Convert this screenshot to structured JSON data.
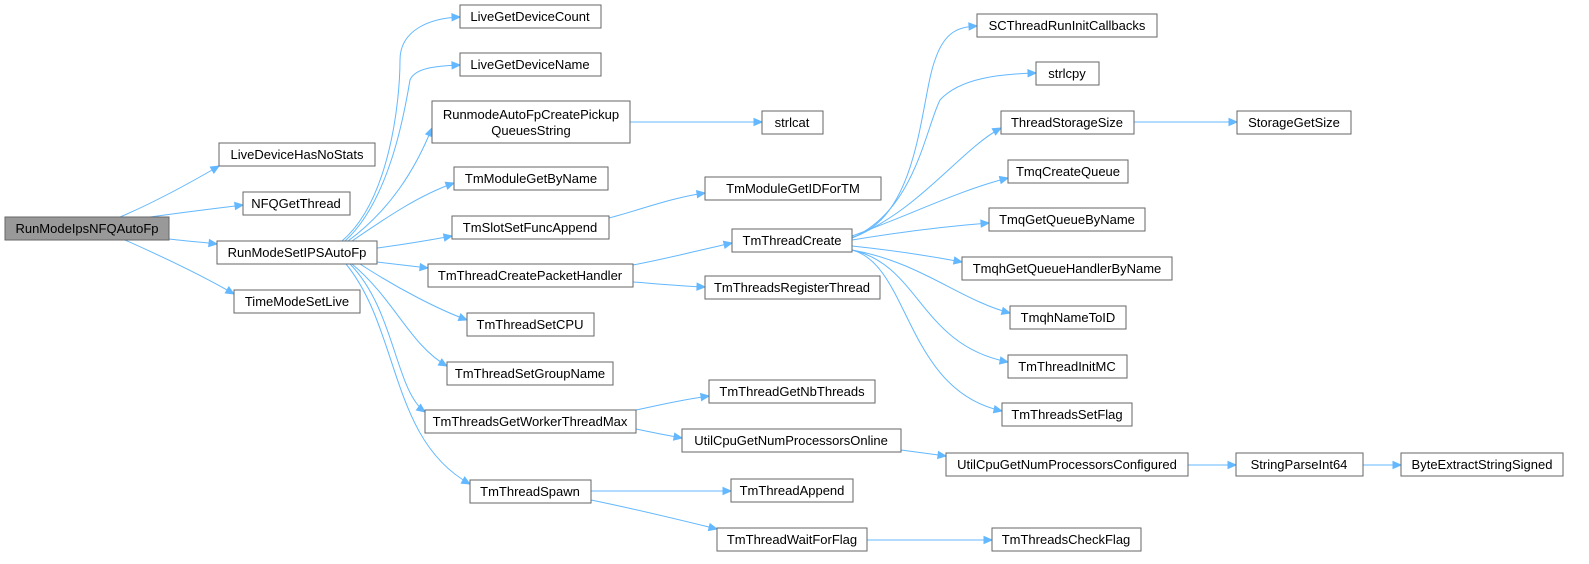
{
  "colors": {
    "edge": "#63b8ff",
    "root_fill": "#999999",
    "node_border": "#666666"
  },
  "nodes": {
    "root": "RunModeIpsNFQAutoFp",
    "live_no_stats": "LiveDeviceHasNoStats",
    "nfq_get_thread": "NFQGetThread",
    "set_ips": "RunModeSetIPSAutoFp",
    "time_mode": "TimeModeSetLive",
    "live_count": "LiveGetDeviceCount",
    "live_name": "LiveGetDeviceName",
    "runmode_pickup": [
      "RunmodeAutoFpCreatePickup",
      "QueuesString"
    ],
    "strlcat": "strlcat",
    "tm_module_by_name": "TmModuleGetByName",
    "tm_slot_append": "TmSlotSetFuncAppend",
    "tm_module_id": "TmModuleGetIDForTM",
    "tm_thread_create_ph": "TmThreadCreatePacketHandler",
    "tm_thread_create": "TmThreadCreate",
    "tm_threads_register": "TmThreadsRegisterThread",
    "tm_thread_set_cpu": "TmThreadSetCPU",
    "tm_thread_set_group": "TmThreadSetGroupName",
    "tm_worker_max": "TmThreadsGetWorkerThreadMax",
    "tm_nb_threads": "TmThreadGetNbThreads",
    "util_cpu_online": "UtilCpuGetNumProcessorsOnline",
    "util_cpu_configured": "UtilCpuGetNumProcessorsConfigured",
    "string_parse": "StringParseInt64",
    "byte_extract": "ByteExtractStringSigned",
    "tm_thread_spawn": "TmThreadSpawn",
    "tm_thread_append": "TmThreadAppend",
    "tm_wait_flag": "TmThreadWaitForFlag",
    "tm_check_flag": "TmThreadsCheckFlag",
    "sc_run_init": "SCThreadRunInitCallbacks",
    "strlcpy": "strlcpy",
    "thread_storage": "ThreadStorageSize",
    "storage_get_size": "StorageGetSize",
    "tmq_create": "TmqCreateQueue",
    "tmq_get_by_name": "TmqGetQueueByName",
    "tmqh_get_handler": "TmqhGetQueueHandlerByName",
    "tmqh_name_to_id": "TmqhNameToID",
    "tm_thread_init_mc": "TmThreadInitMC",
    "tm_threads_set_flag": "TmThreadsSetFlag"
  }
}
